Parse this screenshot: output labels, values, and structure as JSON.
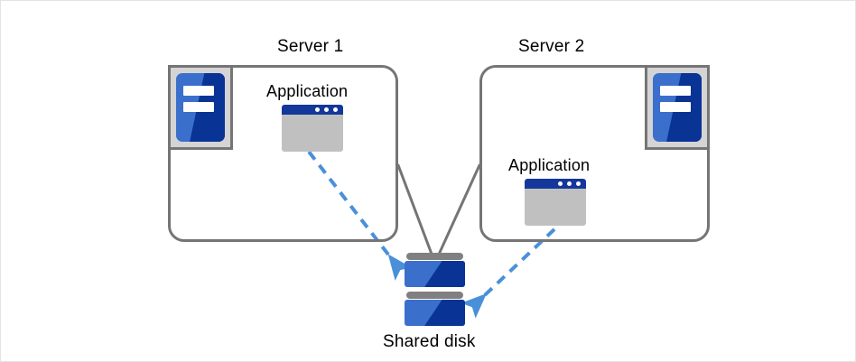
{
  "diagram": {
    "title_text": "",
    "colors": {
      "canvas_border": "#e3e3e3",
      "box_outline": "#757575",
      "icon_blue_light": "#3b6fcc",
      "icon_blue_dark": "#0a3396",
      "icon_tray_gray": "#d4d4d4",
      "app_window_gray": "#c0c0c0",
      "app_titlebar_blue": "#14379b",
      "disk_cap_gray": "#808080",
      "connector_gray": "#757575",
      "arrow_blue": "#4a90d9",
      "text": "#000000"
    },
    "servers": [
      {
        "id": "server-1",
        "title": "Server 1",
        "app_label": "Application",
        "icon_name": "server-icon",
        "icon_position": "top-left"
      },
      {
        "id": "server-2",
        "title": "Server 2",
        "app_label": "Application",
        "icon_name": "server-icon",
        "icon_position": "top-right"
      }
    ],
    "storage": {
      "id": "shared-disk",
      "label": "Shared disk",
      "icon_name": "disk-stack-icon",
      "unit_count": 2
    },
    "connectors": [
      {
        "name": "server1-to-disk-link",
        "style": "solid",
        "color": "#757575",
        "from": "server-1",
        "to": "shared-disk"
      },
      {
        "name": "server2-to-disk-link",
        "style": "solid",
        "color": "#757575",
        "from": "server-2",
        "to": "shared-disk"
      },
      {
        "name": "app1-to-disk-access-arrow",
        "style": "dashed",
        "color": "#4a90d9",
        "from": "server-1-application",
        "to": "shared-disk",
        "arrowhead": "open"
      },
      {
        "name": "app2-to-disk-access-arrow",
        "style": "dashed",
        "color": "#4a90d9",
        "from": "server-2-application",
        "to": "shared-disk",
        "arrowhead": "open"
      }
    ]
  }
}
